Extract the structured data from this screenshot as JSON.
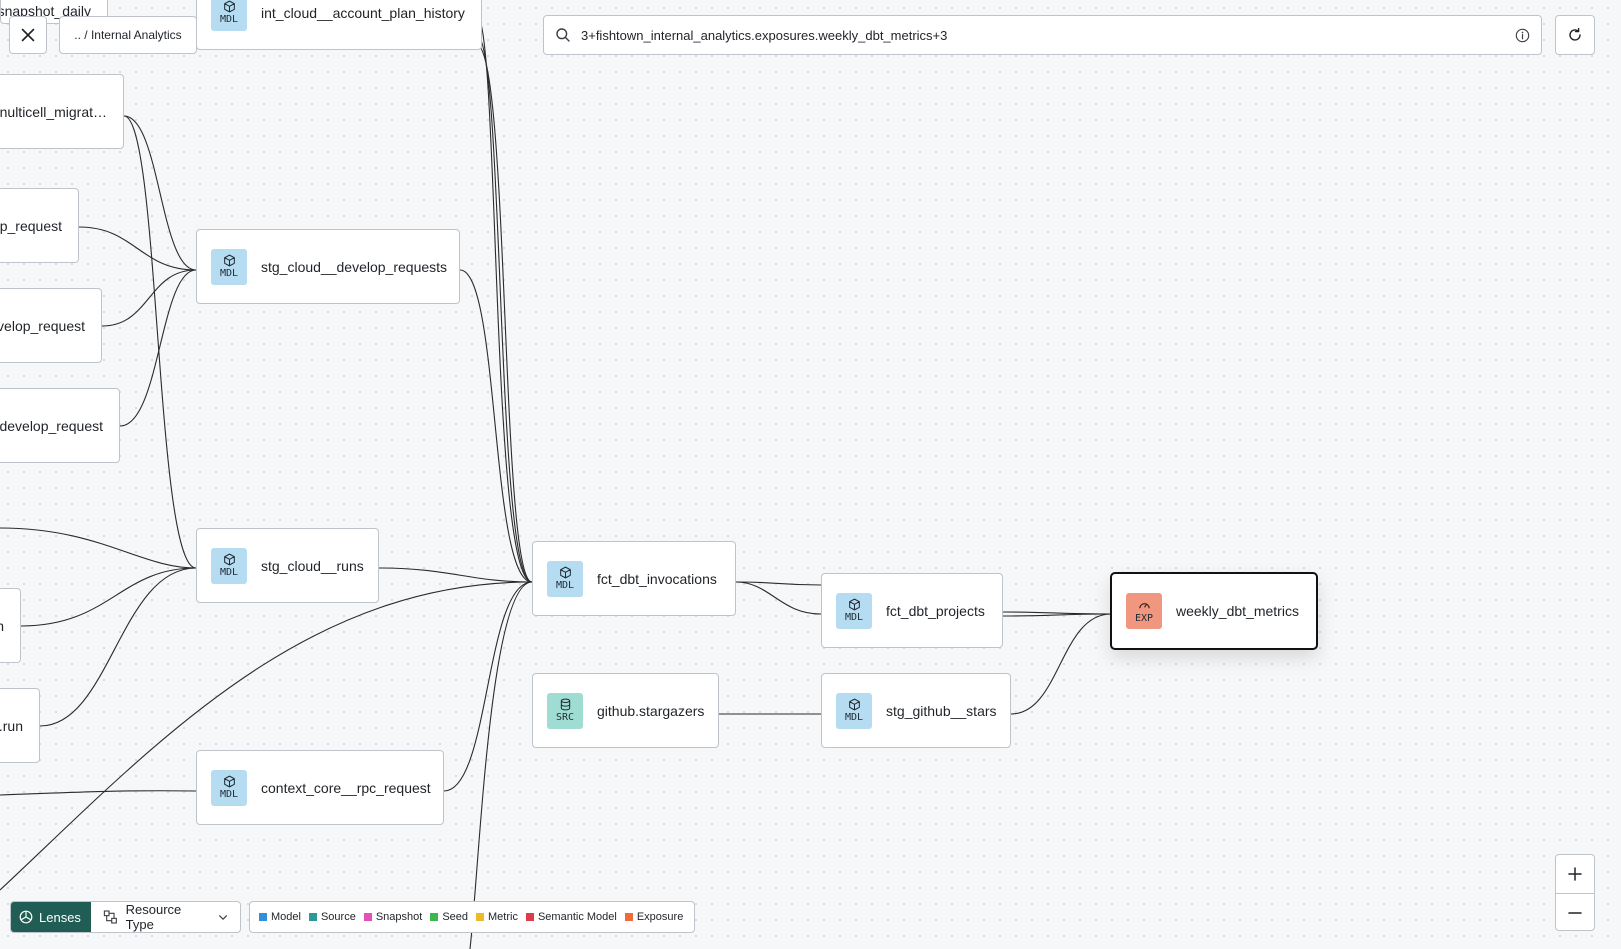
{
  "toolbar": {
    "breadcrumb": ".. / Internal Analytics",
    "search_value": "3+fishtown_internal_analytics.exposures.weekly_dbt_metrics+3"
  },
  "nodes": {
    "partial_snapshot_daily": {
      "label": "snapshot_daily"
    },
    "int_cloud_account_plan_history": {
      "badge": "MDL",
      "label": "int_cloud__account_plan_history"
    },
    "partial_multicell": {
      "label": "nulticell_migrat…"
    },
    "partial_op_request": {
      "label": "op_request"
    },
    "partial_velop_request": {
      "label": "velop_request"
    },
    "partial_develop_request": {
      "label": ".develop_request"
    },
    "partial_n": {
      "label": "n"
    },
    "partial_run": {
      "label": ".run"
    },
    "stg_cloud_develop_requests": {
      "badge": "MDL",
      "label": "stg_cloud__develop_requests"
    },
    "stg_cloud_runs": {
      "badge": "MDL",
      "label": "stg_cloud__runs"
    },
    "context_core_rpc_request": {
      "badge": "MDL",
      "label": "context_core__rpc_request"
    },
    "fct_dbt_invocations": {
      "badge": "MDL",
      "label": "fct_dbt_invocations"
    },
    "github_stargazers": {
      "badge": "SRC",
      "label": "github.stargazers"
    },
    "fct_dbt_projects": {
      "badge": "MDL",
      "label": "fct_dbt_projects"
    },
    "stg_github_stars": {
      "badge": "MDL",
      "label": "stg_github__stars"
    },
    "weekly_dbt_metrics": {
      "badge": "EXP",
      "label": "weekly_dbt_metrics"
    }
  },
  "lens": {
    "button_label": "Lenses",
    "resource_type_label": "Resource Type"
  },
  "legend": [
    {
      "label": "Model",
      "color": "#2f8fd8"
    },
    {
      "label": "Source",
      "color": "#2a9a94"
    },
    {
      "label": "Snapshot",
      "color": "#e052b4"
    },
    {
      "label": "Seed",
      "color": "#3cb84a"
    },
    {
      "label": "Metric",
      "color": "#eab92c"
    },
    {
      "label": "Semantic Model",
      "color": "#e03a4f"
    },
    {
      "label": "Exposure",
      "color": "#ee6b3a"
    }
  ],
  "icons": {
    "close": "close-icon",
    "search": "search-icon",
    "info": "info-icon",
    "refresh": "refresh-icon",
    "zoom_in": "plus-icon",
    "zoom_out": "minus-icon",
    "lens": "lens-icon",
    "resource_type": "resource-type-icon",
    "dropdown": "chevron-down-icon",
    "model": "cube-icon",
    "source": "database-icon",
    "exposure": "gauge-icon"
  }
}
